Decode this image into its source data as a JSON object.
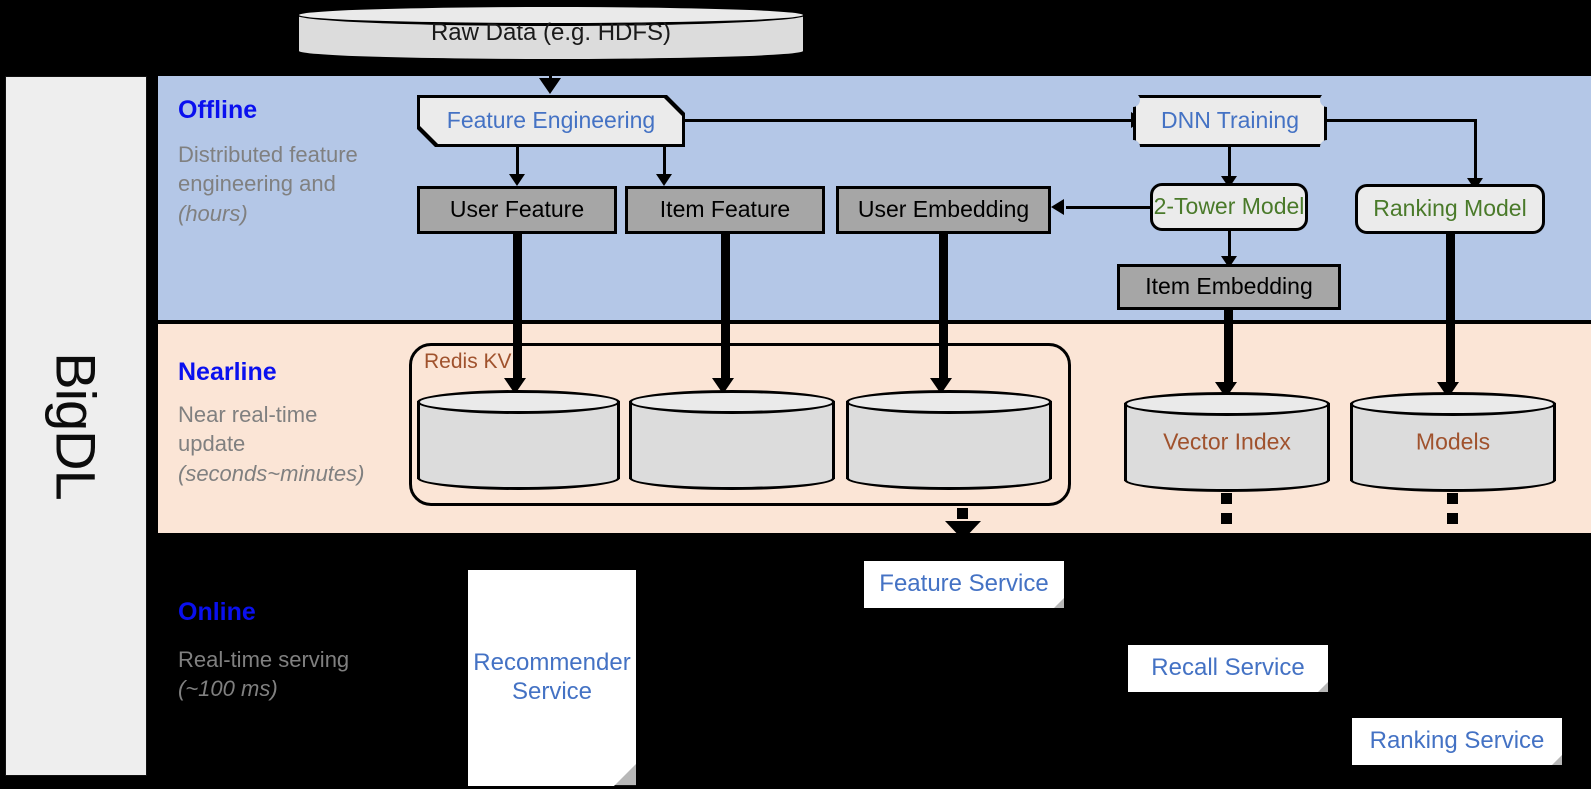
{
  "framework": {
    "name": "BigDL"
  },
  "source": {
    "label": "Raw Data (e.g. HDFS)"
  },
  "bands": {
    "offline": {
      "title": "Offline",
      "subtitle": "Distributed feature engineering and ",
      "subtitle_italic": "(hours)",
      "color": "#b4c7e7"
    },
    "nearline": {
      "title": "Nearline",
      "subtitle": "Near real-time update ",
      "subtitle_italic": "(seconds~minutes)",
      "color": "#fbe5d6"
    },
    "online": {
      "title": "Online",
      "subtitle": "Real-time serving ",
      "subtitle_italic": "(~100 ms)",
      "color": "#000000"
    }
  },
  "offline_nodes": {
    "feature_engineering": "Feature Engineering",
    "dnn_training": "DNN Training",
    "user_feature": "User Feature",
    "item_feature": "Item Feature",
    "user_embedding": "User Embedding",
    "two_tower_model": "2-Tower Model",
    "ranking_model": "Ranking Model",
    "item_embedding": "Item Embedding"
  },
  "nearline_nodes": {
    "redis_kv": "Redis KV",
    "store_user_feature": "",
    "store_item_feature": "",
    "store_user_embedding": "",
    "vector_index": "Vector Index",
    "models": "Models"
  },
  "online_nodes": {
    "recommender_service": "Recommender Service",
    "feature_service": "Feature Service",
    "recall_service": "Recall Service",
    "ranking_service": "Ranking Service"
  },
  "colors": {
    "heading_blue": "#0a10ef",
    "node_blue": "#4472c4",
    "node_green": "#4a7a2a",
    "store_brown": "#a0522d",
    "gray_box": "#a6a6a6",
    "subtitle_gray": "#808080"
  }
}
